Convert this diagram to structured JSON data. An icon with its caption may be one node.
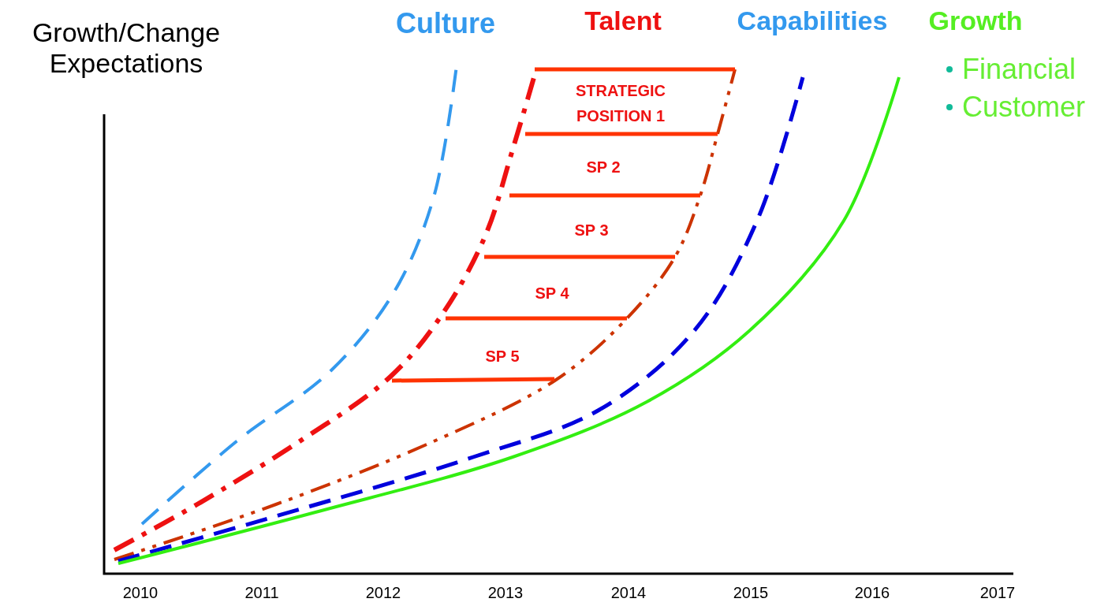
{
  "diagram": {
    "labels": [
      "Growth/Change Expectations",
      "Culture",
      "Talent",
      "Capabilities",
      "Growth",
      "Financial",
      "Customer",
      "STRATEGIC POSITION 1",
      "SP 2",
      "SP 3",
      "SP 4",
      "SP 5",
      "2010",
      "2011",
      "2012",
      "2013",
      "2014",
      "2015",
      "2016",
      "2017"
    ]
  }
}
